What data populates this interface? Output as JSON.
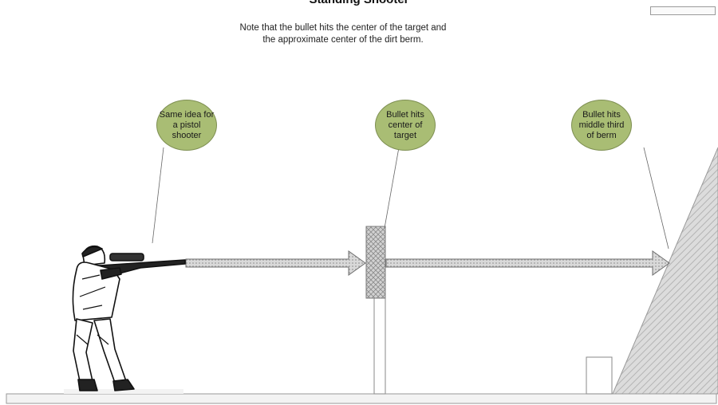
{
  "diagram": {
    "title": "Standing Shooter",
    "note_lines": [
      "Note that the bullet hits the center of the target and",
      "the approximate center of the dirt berm."
    ],
    "callouts": [
      {
        "lines": [
          "Same idea for",
          "a pistol",
          "shooter"
        ]
      },
      {
        "lines": [
          "Bullet hits",
          "center of",
          "target"
        ]
      },
      {
        "lines": [
          "Bullet hits",
          "middle third",
          "of berm"
        ]
      }
    ],
    "colors": {
      "callout_fill": "#a9bd74",
      "callout_border": "#7e8f52",
      "arrow_fill": "#cfcfcf",
      "target_fill": "#b5b5b5",
      "berm_fill": "#cccccc",
      "ground": "#f2f2f2"
    }
  }
}
